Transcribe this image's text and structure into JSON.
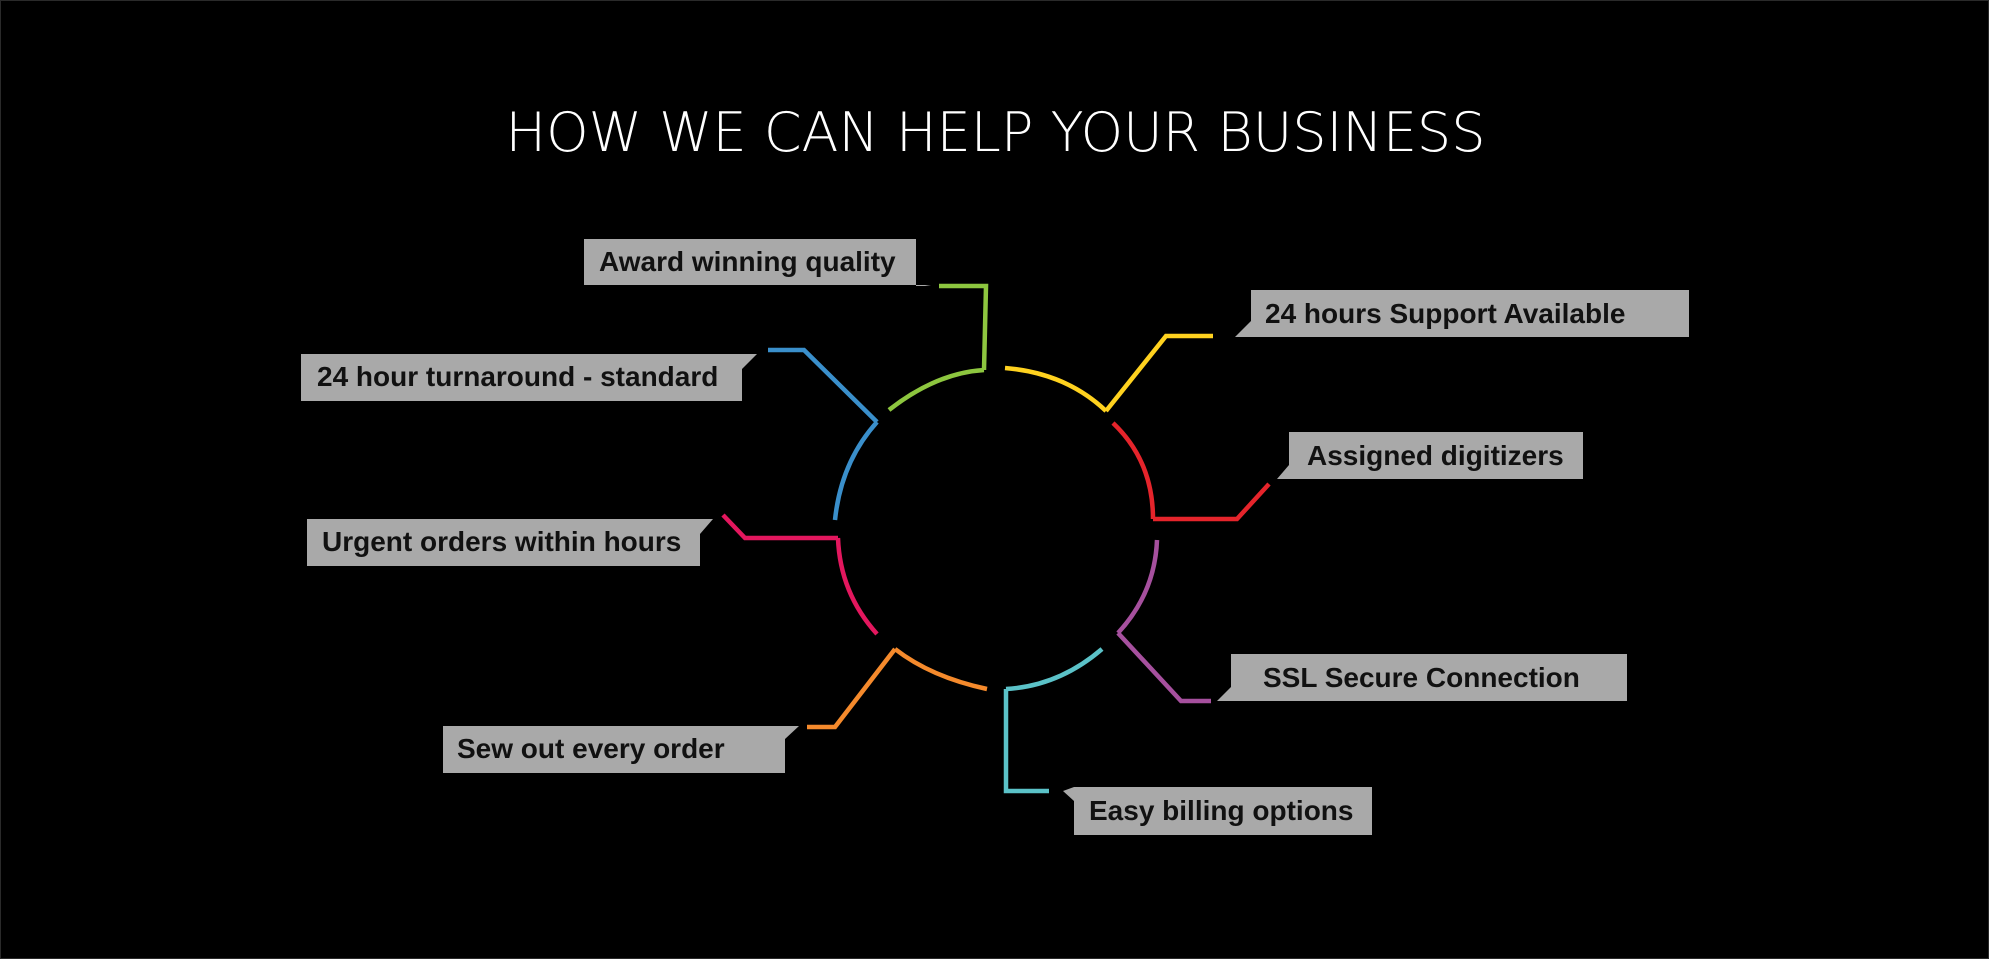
{
  "title": "HOW WE CAN HELP YOUR BUSINESS",
  "items": [
    {
      "label": "Award winning quality",
      "color": "#8DC63F"
    },
    {
      "label": "24 hours Support Available",
      "color": "#FFD21F"
    },
    {
      "label": "Assigned digitizers",
      "color": "#E5242B"
    },
    {
      "label": "SSL Secure Connection",
      "color": "#A6509E"
    },
    {
      "label": "Easy billing options",
      "color": "#5BC2C8"
    },
    {
      "label": "Sew out every order",
      "color": "#F58A2C"
    },
    {
      "label": "Urgent orders within hours",
      "color": "#E3175E"
    },
    {
      "label": "24 hour turnaround - standard",
      "color": "#3A8FCB"
    }
  ],
  "colors": {
    "background": "#000000",
    "title": "#FFFFFF",
    "label_box": "#A9A9A9",
    "label_text": "#111111"
  }
}
